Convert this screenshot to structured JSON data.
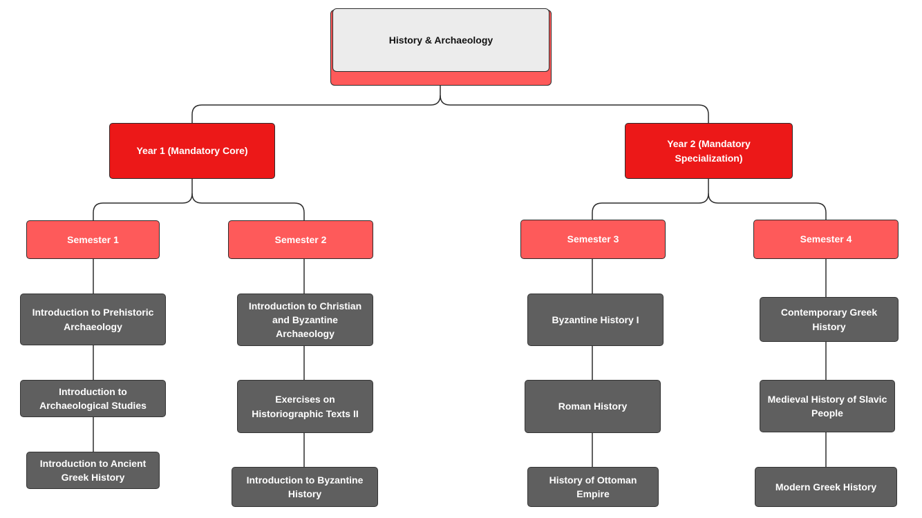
{
  "root": {
    "label": "History & Archaeology"
  },
  "years": [
    {
      "label": "Year 1 (Mandatory Core)"
    },
    {
      "label": "Year 2 (Mandatory Specialization)"
    }
  ],
  "semesters": [
    {
      "label": "Semester 1",
      "courses": [
        "Introduction to Prehistoric Archaeology",
        "Introduction to Archaeological Studies",
        "Introduction to Ancient Greek History"
      ]
    },
    {
      "label": "Semester 2",
      "courses": [
        "Introduction to  Christian and Byzantine Archaeology",
        "Exercises on Historiographic Texts II",
        "Introduction to Byzantine History"
      ]
    },
    {
      "label": "Semester 3",
      "courses": [
        "Byzantine History I",
        "Roman History",
        "History of Ottoman Empire"
      ]
    },
    {
      "label": "Semester 4",
      "courses": [
        "Contemporary Greek History",
        "Medieval History of Slavic People",
        "Modern Greek History"
      ]
    }
  ]
}
